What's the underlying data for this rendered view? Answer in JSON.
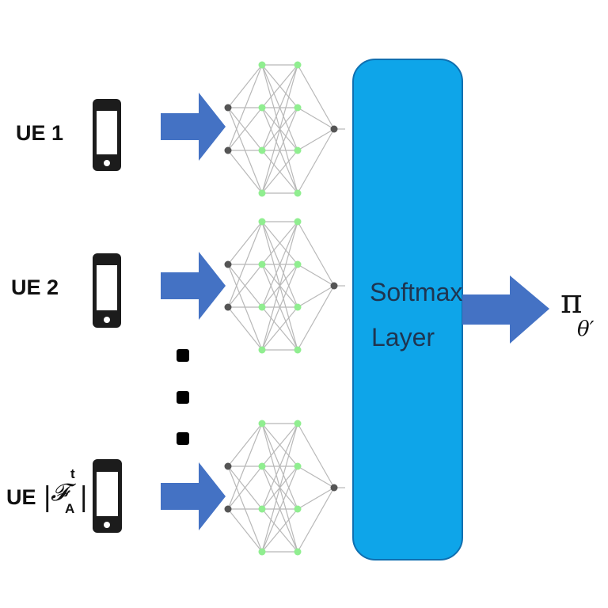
{
  "users": [
    {
      "label": "UE 1"
    },
    {
      "label": "UE 2"
    },
    {
      "label_prefix": "UE",
      "set_symbol": "𝓕",
      "set_subscript": "A",
      "set_superscript": "t"
    }
  ],
  "ellipsis": "•••",
  "softmax": {
    "line1": "Softmax",
    "line2": "Layer"
  },
  "output": {
    "symbol": "π",
    "subscript": "θ′"
  },
  "colors": {
    "arrow": "#4472c4",
    "softmax_fill": "#0ea5e9",
    "softmax_stroke": "#0f6fb0",
    "node_green": "#90ee90",
    "node_gray": "#555555",
    "edge": "#b8b8b8"
  },
  "network": {
    "input_nodes": 2,
    "hidden_nodes": 4,
    "output_nodes": 1
  }
}
